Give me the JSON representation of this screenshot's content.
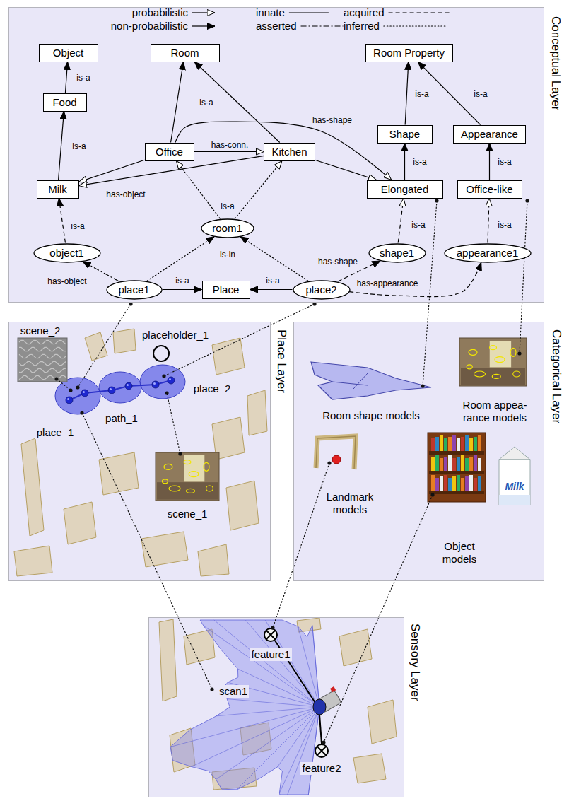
{
  "diagram": {
    "nodes": [
      {
        "text": [
          "Conceptual Layer"
        ]
      },
      {
        "text": [
          "Object"
        ],
        "in": 0
      },
      {
        "text": [
          "Room"
        ],
        "in": 0
      },
      {
        "text": [
          "Room Property"
        ],
        "in": 0
      },
      {
        "text": [
          "Food"
        ],
        "in": 0
      },
      {
        "text": [
          "Office"
        ],
        "in": 0
      },
      {
        "text": [
          "Kitchen"
        ],
        "in": 0
      },
      {
        "text": [
          "Shape"
        ],
        "in": 0
      },
      {
        "text": [
          "Appearance"
        ],
        "in": 0
      },
      {
        "text": [
          "Milk"
        ],
        "in": 0
      },
      {
        "text": [
          "Elongated"
        ],
        "in": 0
      },
      {
        "text": [
          "Office-like"
        ],
        "in": 0
      },
      {
        "text": [
          "room1"
        ],
        "in": 0
      },
      {
        "text": [
          "object1"
        ],
        "in": 0
      },
      {
        "text": [
          "shape1"
        ],
        "in": 0
      },
      {
        "text": [
          "appearance1"
        ],
        "in": 0
      },
      {
        "text": [
          "place1"
        ],
        "in": 0
      },
      {
        "text": [
          "Place"
        ],
        "in": 0
      },
      {
        "text": [
          "place2"
        ],
        "in": 0
      },
      {
        "text": [
          "Place Layer"
        ]
      },
      {
        "text": [
          "Categorical Layer"
        ]
      },
      {
        "text": [
          "Sensory Layer"
        ]
      }
    ],
    "edges": [
      {
        "from": 4,
        "to": 1,
        "arrow": "to",
        "label": "is-a"
      },
      {
        "from": 9,
        "to": 4,
        "arrow": "to",
        "label": "is-a"
      },
      {
        "from": 5,
        "to": 2,
        "arrow": "to",
        "label": "is-a"
      },
      {
        "from": 6,
        "to": 2,
        "arrow": "to"
      },
      {
        "from": 7,
        "to": 3,
        "arrow": "to",
        "label": "is-a"
      },
      {
        "from": 8,
        "to": 3,
        "arrow": "to",
        "label": "is-a"
      },
      {
        "from": 10,
        "to": 7,
        "arrow": "to",
        "label": "is-a"
      },
      {
        "from": 11,
        "to": 8,
        "arrow": "to",
        "label": "is-a"
      },
      {
        "from": 5,
        "to": 6,
        "arrow": "to",
        "label": "has-conn."
      },
      {
        "from": 5,
        "to": 9,
        "arrow": "to"
      },
      {
        "from": 6,
        "to": 9,
        "arrow": "to",
        "label": "has-object"
      },
      {
        "from": 5,
        "to": 10,
        "arrow": "to",
        "label": "has-shape"
      },
      {
        "from": 6,
        "to": 10,
        "arrow": "to"
      },
      {
        "from": 12,
        "to": 5,
        "arrow": "to",
        "label": "is-a"
      },
      {
        "from": 12,
        "to": 6,
        "arrow": "to"
      },
      {
        "from": 13,
        "to": 9,
        "arrow": "to",
        "label": "is-a"
      },
      {
        "from": 14,
        "to": 10,
        "arrow": "to",
        "label": "is-a"
      },
      {
        "from": 15,
        "to": 11,
        "arrow": "to",
        "label": "is-a"
      },
      {
        "from": 16,
        "to": 13,
        "arrow": "to",
        "label": "has-object"
      },
      {
        "from": 16,
        "to": 12,
        "arrow": "to",
        "label": "is-in"
      },
      {
        "from": 18,
        "to": 12,
        "arrow": "to"
      },
      {
        "from": 16,
        "to": 17,
        "arrow": "to",
        "label": "is-a"
      },
      {
        "from": 18,
        "to": 17,
        "arrow": "to",
        "label": "is-a"
      },
      {
        "from": 18,
        "to": 14,
        "arrow": "to",
        "label": "has-shape"
      },
      {
        "from": 18,
        "to": 15,
        "arrow": "to",
        "label": "has-appearance"
      }
    ],
    "labels": [
      "scene_2",
      "placeholder_1",
      "place_2",
      "path_1",
      "place_1",
      "scene_1",
      "Room shape models",
      "Room appea- rance models",
      "Landmark models",
      "Object models",
      "Milk",
      "feature1",
      "scan1",
      "feature2"
    ],
    "legend": [
      {
        "text": "probabilistic"
      },
      {
        "text": "innate"
      },
      {
        "text": "acquired"
      },
      {
        "text": "non-probabilistic"
      },
      {
        "text": "asserted"
      },
      {
        "text": "inferred"
      }
    ]
  }
}
